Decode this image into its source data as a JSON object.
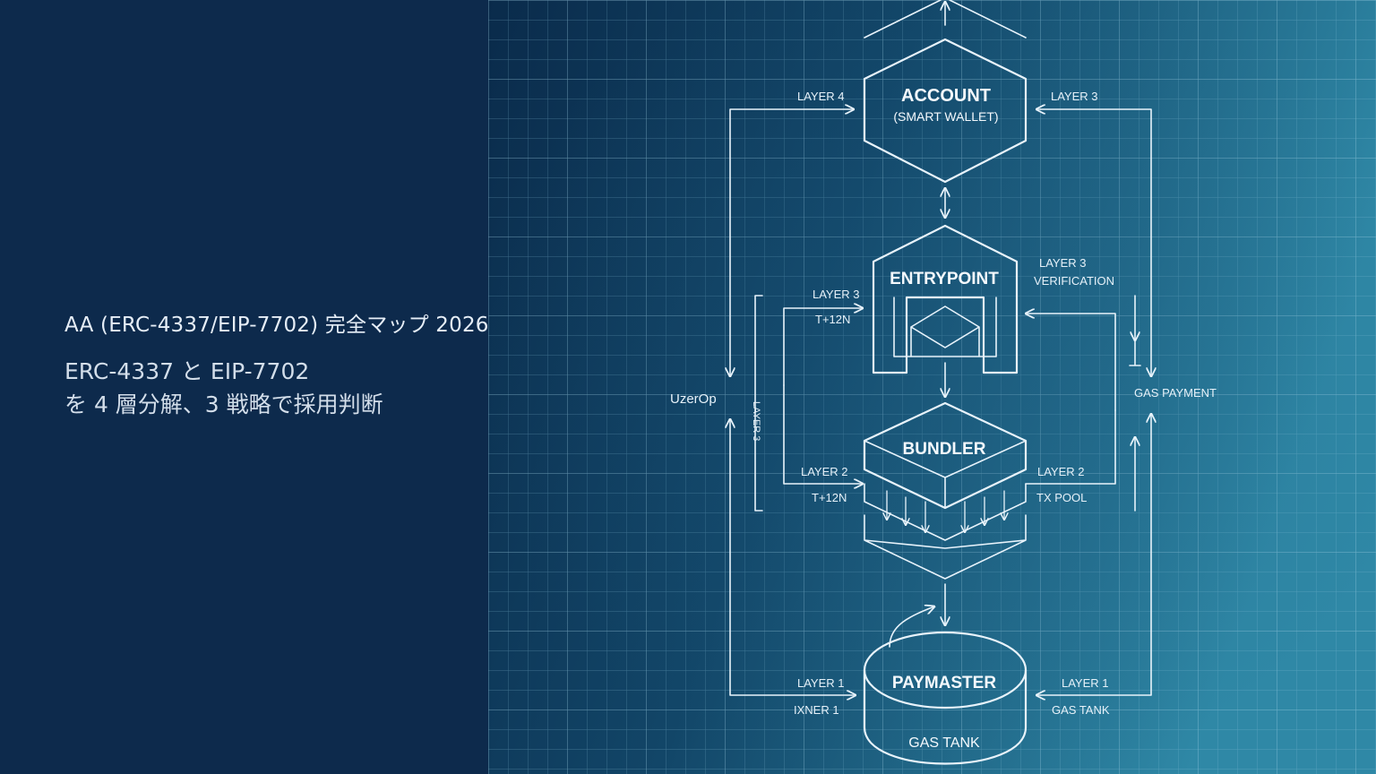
{
  "left": {
    "title": "AA (ERC-4337/EIP-7702) 完全マップ 2026",
    "subtitle_line1": "ERC-4337 と EIP-7702",
    "subtitle_line2": "を 4 層分解、3 戦略で採用判断"
  },
  "diagram": {
    "account_title": "ACCOUNT",
    "account_subtitle": "(SMART WALLET)",
    "entrypoint_title": "ENTRYPOINT",
    "bundler_title": "BUNDLER",
    "paymaster_title": "PAYMASTER",
    "paymaster_subtitle": "GAS TANK",
    "label_layer4": "LAYER 4",
    "label_layer3_account": "LAYER 3",
    "label_layer3_verification_1": "LAYER 3",
    "label_layer3_verification_2": "VERIFICATION",
    "label_layer3_entry": "LAYER 3",
    "label_t12n_entry": "T+12N",
    "label_userop": "UzerOp",
    "label_gas_payment": "GAS PAYMENT",
    "label_layer2_left": "LAYER 2",
    "label_t12n_bundler": "T+12N",
    "label_layer2_right": "LAYER 2",
    "label_tx_pool": "TX POOL",
    "label_layer1_left": "LAYER 1",
    "label_layer1_left_2": "IXNER 1",
    "label_layer1_right": "LAYER 1",
    "label_gas_tank": "GAS TANK",
    "label_vertical": "LAYER 3"
  },
  "colors": {
    "left_bg": "#0d2a4c",
    "diagram_bg_dark": "#0a2a4a",
    "diagram_bg_light": "#2f86a5",
    "line": "#e8f3fb"
  }
}
